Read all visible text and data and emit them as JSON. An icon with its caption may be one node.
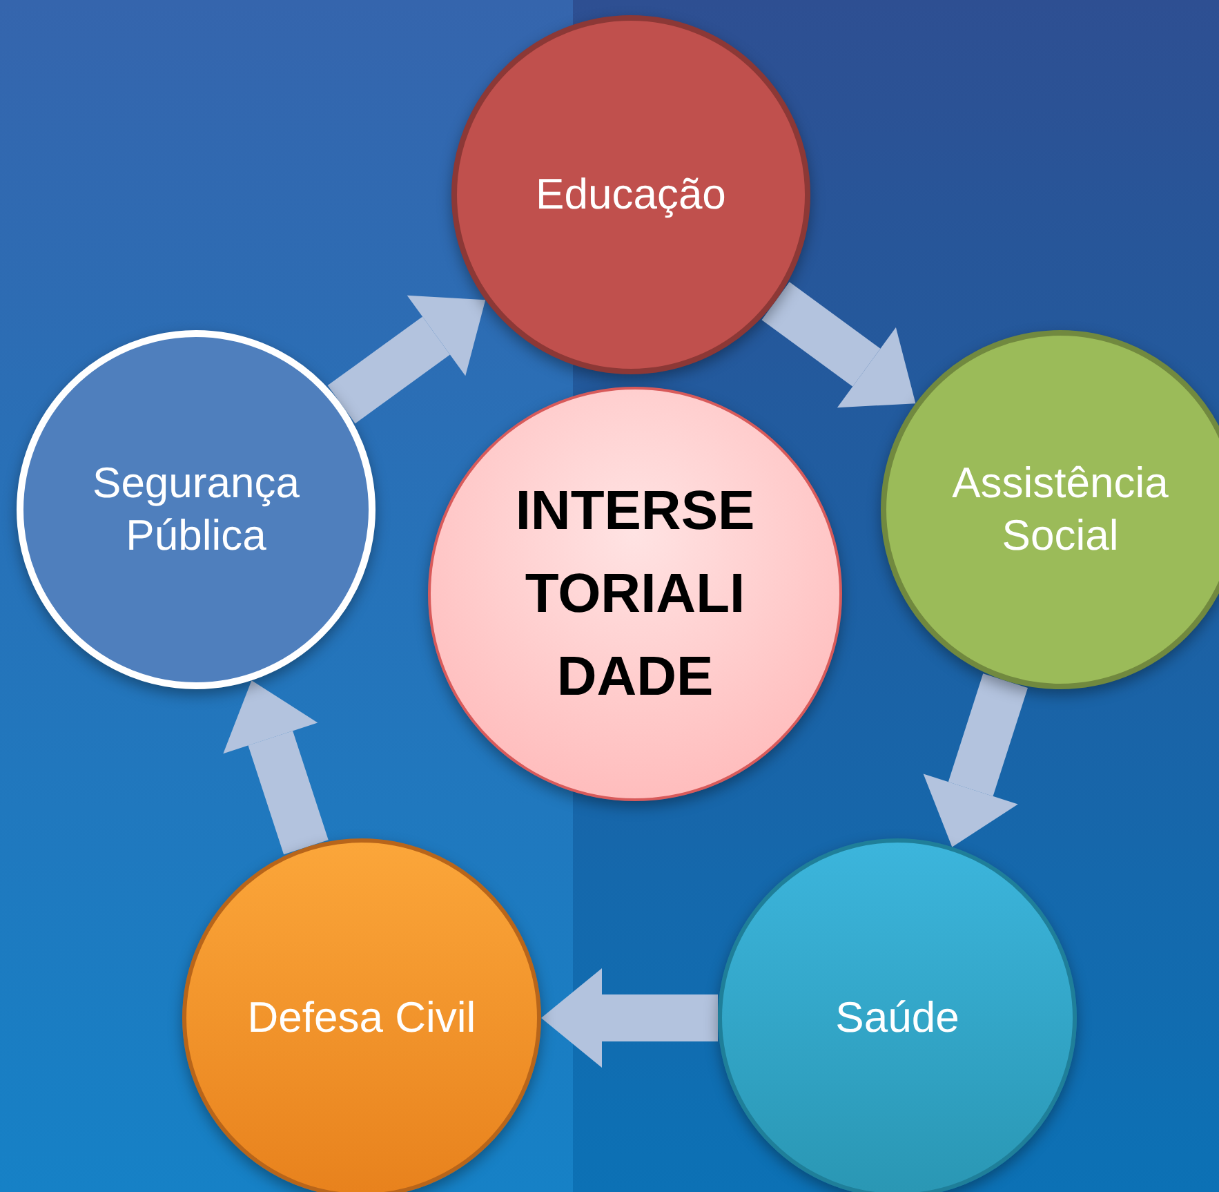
{
  "diagram": {
    "nodes": [
      {
        "text": [
          "Educação"
        ]
      },
      {
        "text": [
          "Segurança Pública"
        ]
      },
      {
        "text": [
          "INTERSE TORIALI DADE"
        ]
      },
      {
        "text": [
          "Assistência Social"
        ]
      },
      {
        "text": [
          "Defesa Civil"
        ]
      },
      {
        "text": [
          "Saúde"
        ]
      }
    ],
    "edges": [
      {
        "from": 1,
        "to": 0,
        "arrow": "to"
      },
      {
        "from": 0,
        "to": 3,
        "arrow": "to"
      },
      {
        "from": 3,
        "to": 5,
        "arrow": "to"
      },
      {
        "from": 5,
        "to": 4,
        "arrow": "to"
      },
      {
        "from": 4,
        "to": 1,
        "arrow": "to"
      }
    ]
  }
}
